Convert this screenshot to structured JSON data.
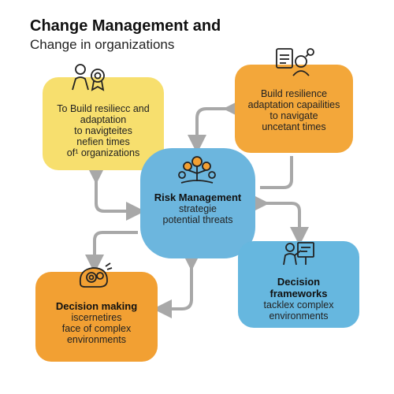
{
  "header": {
    "title": "Change Management and",
    "subtitle": "Change in organizations"
  },
  "nodes": {
    "top_left": {
      "lines": [
        "To Build resiliecc and",
        "adaptation",
        "to navigteites",
        "nefien times",
        "of¹ organizations"
      ],
      "icon": "people-badge-icon",
      "color": "#f7df6e"
    },
    "top_right": {
      "lines": [
        "Build resilience",
        "adaptation capailities",
        "to navigate",
        "uncetant times"
      ],
      "icon": "team-planning-icon",
      "color": "#f3a73a"
    },
    "center": {
      "heading": "Risk Management",
      "lines": [
        "strategie",
        "potential threats"
      ],
      "icon": "risk-tree-icon",
      "color": "#6cb6de"
    },
    "bottom_right": {
      "heading_lines": [
        "Decision",
        "frameworks"
      ],
      "lines": [
        "tacklex complex",
        "environments"
      ],
      "icon": "presentation-board-icon",
      "color": "#66b7df"
    },
    "bottom_left": {
      "heading": "Decision making",
      "lines": [
        "iscernetires",
        "face of complex",
        "environments"
      ],
      "icon": "decision-gears-icon",
      "color": "#f2a033"
    }
  },
  "connector_color": "#a8a8a8"
}
